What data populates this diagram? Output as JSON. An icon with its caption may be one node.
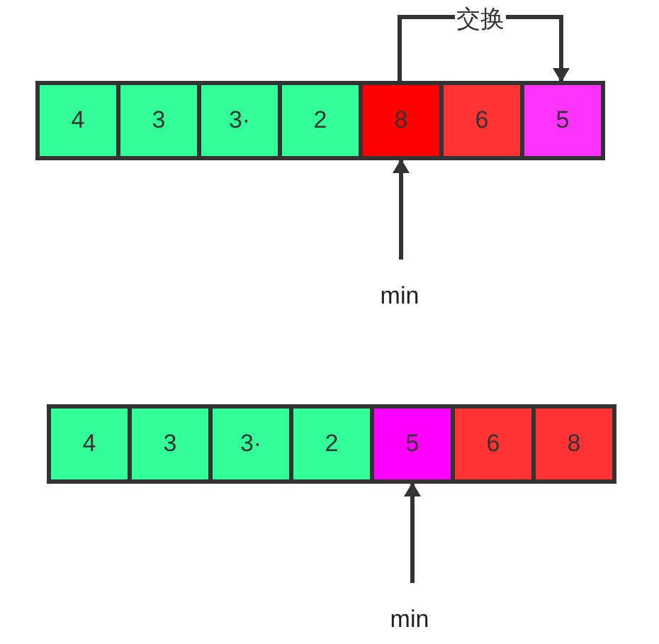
{
  "diagram": {
    "nodes": [
      {
        "text": [
          "4"
        ]
      },
      {
        "text": [
          "3"
        ]
      },
      {
        "text": [
          "3·"
        ]
      },
      {
        "text": [
          "2"
        ]
      },
      {
        "text": [
          "8"
        ]
      },
      {
        "text": [
          "6"
        ]
      },
      {
        "text": [
          "5"
        ]
      },
      {
        "text": [
          "min"
        ]
      },
      {
        "text": [
          "4"
        ]
      },
      {
        "text": [
          "3"
        ]
      },
      {
        "text": [
          "3·"
        ]
      },
      {
        "text": [
          "2"
        ]
      },
      {
        "text": [
          "5"
        ]
      },
      {
        "text": [
          "6"
        ]
      },
      {
        "text": [
          "8"
        ]
      },
      {
        "text": [
          "min"
        ]
      }
    ],
    "edges": [
      {
        "from": 4,
        "to": 6,
        "arrow": "to",
        "label": "交换"
      },
      {
        "from": 7,
        "to": 4,
        "arrow": "to"
      },
      {
        "from": 15,
        "to": 12,
        "arrow": "to"
      }
    ]
  }
}
